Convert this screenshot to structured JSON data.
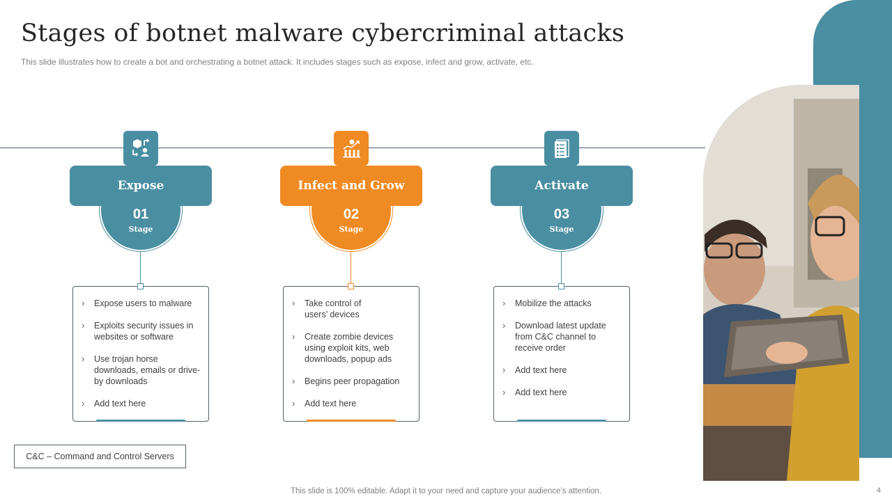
{
  "slide": {
    "title": "Stages of botnet malware cybercriminal attacks",
    "subtitle": "This slide illustrates how to create a bot and orchestrating a botnet attack. It includes stages such as expose, infect and grow, activate, etc.",
    "stage_word": "Stage",
    "legend": "C&C – Command and Control Servers",
    "footer": "This slide is 100% editable. Adapt it to your need and capture your audience’s attention.",
    "page_number": "4"
  },
  "colors": {
    "teal": "#4a8ea2",
    "orange": "#f08a23"
  },
  "stages": [
    {
      "name": "Expose",
      "number": "01",
      "color": "teal",
      "icon": "transfer-user-icon",
      "points": [
        "Expose users to malware",
        "Exploits security issues in websites or software",
        "Use trojan horse downloads, emails or drive-by downloads",
        "Add text here"
      ]
    },
    {
      "name": "Infect and Grow",
      "number": "02",
      "color": "orange",
      "icon": "growth-people-icon",
      "points": [
        "Take control of users’ devices",
        "Create zombie devices using exploit kits, web downloads, popup ads",
        "Begins peer propagation",
        "Add text here"
      ]
    },
    {
      "name": "Activate",
      "number": "03",
      "color": "teal",
      "icon": "checklist-document-icon",
      "points": [
        "Mobilize the attacks",
        "Download latest update from C&C channel to receive order",
        "Add text here",
        "Add text here"
      ]
    }
  ]
}
